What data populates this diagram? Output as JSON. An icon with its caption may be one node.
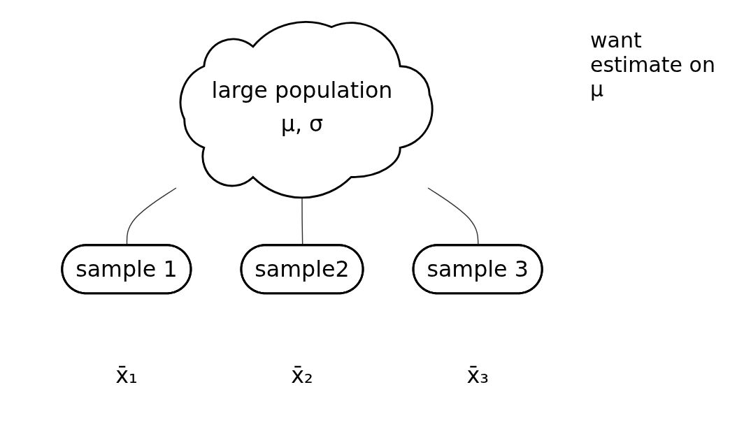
{
  "diagram": {
    "nodes": [
      {
        "text": [
          "large population",
          "μ, σ"
        ]
      },
      {
        "text": [
          "sample 1"
        ],
        "beside": [
          "x̄₁"
        ]
      },
      {
        "text": [
          "sample2"
        ],
        "beside": [
          "x̄₂"
        ]
      },
      {
        "text": [
          "sample 3"
        ],
        "beside": [
          "x̄₃"
        ]
      }
    ],
    "edges": [
      {
        "from": 0,
        "to": 1,
        "arrow": "none"
      },
      {
        "from": 0,
        "to": 2,
        "arrow": "none"
      },
      {
        "from": 0,
        "to": 3,
        "arrow": "none"
      }
    ],
    "labels": [
      "want estimate on μ"
    ]
  }
}
